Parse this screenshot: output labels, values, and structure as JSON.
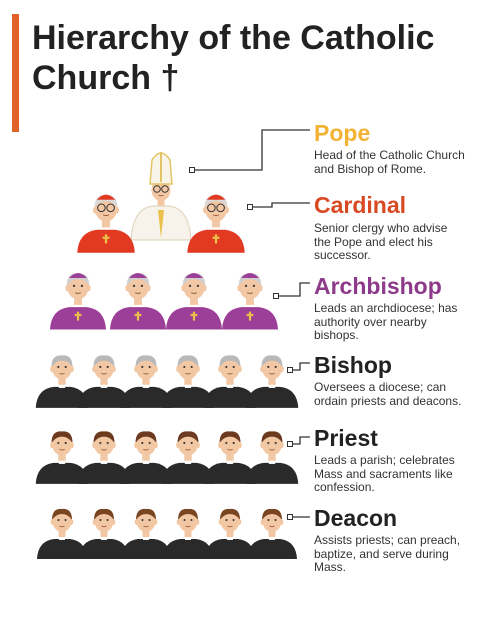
{
  "title": "Hierarchy of the Catholic Church †",
  "colors": {
    "accent": "#e0622a",
    "pope_label": "#f2b233",
    "title_label": "#d94a24",
    "archbishop_label": "#8e3a8a",
    "dark_label": "#222222",
    "red_robe": "#e23a22",
    "purple_robe": "#9b3f98",
    "black_robe": "#2a2a2a",
    "skin": "#f2c8a4"
  },
  "ranks": [
    {
      "id": "pope",
      "label": "Pope",
      "description": [
        "Head of the Catholic Church",
        "and Bishop of Rome."
      ],
      "count": 1
    },
    {
      "id": "cardinal",
      "label": "Cardinal",
      "description": [
        "Senior clergy who advise",
        "the Pope and elect his",
        "successor."
      ],
      "count": 2
    },
    {
      "id": "archbishop",
      "label": "Archbishop",
      "description": [
        "Leads an archdiocese; has",
        "authority over nearby",
        "bishops."
      ],
      "count": 4
    },
    {
      "id": "bishop",
      "label": "Bishop",
      "description": [
        "Oversees a diocese; can",
        "ordain priests and deacons."
      ],
      "count": 6
    },
    {
      "id": "priest",
      "label": "Priest",
      "description": [
        "Leads a parish; celebrates",
        "Mass and sacraments like",
        "confession."
      ],
      "count": 6
    },
    {
      "id": "deacon",
      "label": "Deacon",
      "description": [
        "Assists priests; can preach,",
        "baptize, and serve during",
        "Mass."
      ],
      "count": 6
    }
  ]
}
